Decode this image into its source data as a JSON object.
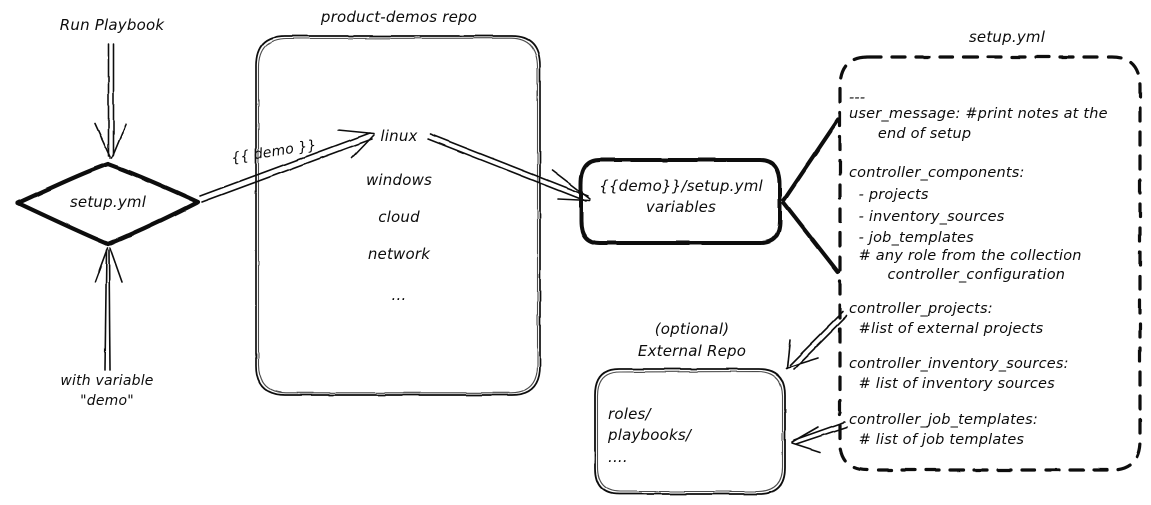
{
  "diagram": {
    "title": "product-demos setup.yml flow",
    "style": "hand-drawn whiteboard sketch",
    "stroke_color": "#0c0c0c",
    "background_color": "#ffffff"
  },
  "left": {
    "run_label": "Run Playbook",
    "node_label": "setup.yml",
    "with_variable_line1": "with variable",
    "with_variable_line2": "\"demo\""
  },
  "repo": {
    "title": "product-demos repo",
    "items": [
      "linux",
      "windows",
      "cloud",
      "network",
      "..."
    ]
  },
  "edges": {
    "demo_var": "{{ demo }}"
  },
  "vars_box": {
    "line1": "{{demo}}/setup.yml",
    "line2": "variables"
  },
  "external_repo": {
    "title_line1": "(optional)",
    "title_line2": "External Repo",
    "items": [
      "roles/",
      "playbooks/",
      "...."
    ]
  },
  "setup_panel": {
    "title": "setup.yml",
    "lines": [
      "---",
      "user_message: #print notes at the",
      "      end of setup",
      "",
      "controller_components:",
      "  - projects",
      "  - inventory_sources",
      "  - job_templates",
      "  # any role from the collection",
      "        controller_configuration",
      "",
      "controller_projects:",
      "  #list of external projects",
      "",
      "controller_inventory_sources:",
      "  # list of inventory sources",
      "",
      "controller_job_templates:",
      "  # list of job templates"
    ]
  }
}
